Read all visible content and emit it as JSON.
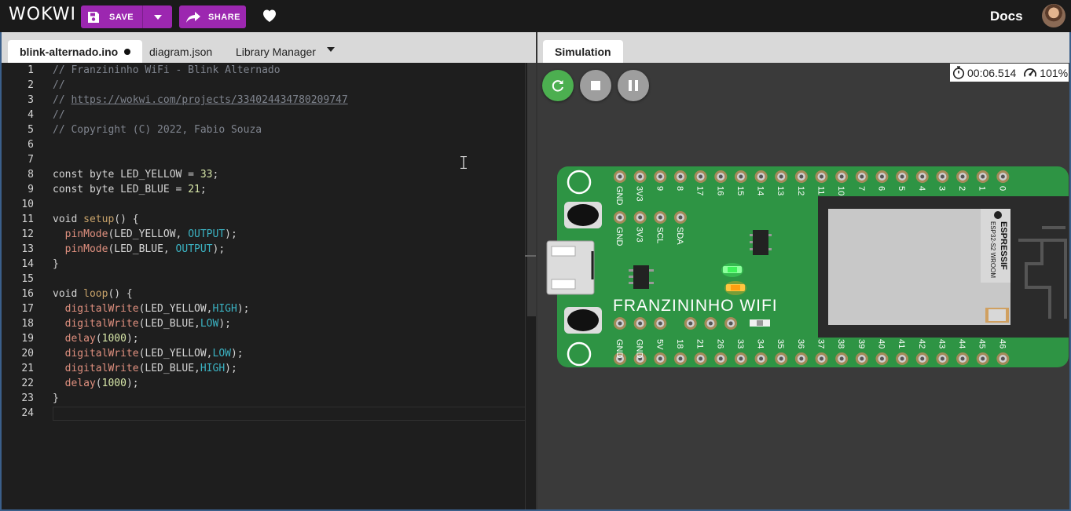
{
  "app": {
    "logo": "WOKWI"
  },
  "toolbar": {
    "save_label": "SAVE",
    "share_label": "SHARE",
    "docs_label": "Docs"
  },
  "editor": {
    "tabs": [
      {
        "label": "blink-alternado.ino",
        "active": true,
        "modified": true
      },
      {
        "label": "diagram.json",
        "active": false
      },
      {
        "label": "Library Manager",
        "active": false
      }
    ],
    "line_numbers": [
      "1",
      "2",
      "3",
      "4",
      "5",
      "6",
      "7",
      "8",
      "9",
      "10",
      "11",
      "12",
      "13",
      "14",
      "15",
      "16",
      "17",
      "18",
      "19",
      "20",
      "21",
      "22",
      "23",
      "24"
    ],
    "code": [
      "// Franzininho WiFi - Blink Alternado",
      "//",
      "// https://wokwi.com/projects/334024434780209747",
      "//",
      "// Copyright (C) 2022, Fabio Souza",
      "",
      "",
      "const byte LED_YELLOW = 33;",
      "const byte LED_BLUE = 21;",
      "",
      "void setup() {",
      "  pinMode(LED_YELLOW, OUTPUT);",
      "  pinMode(LED_BLUE, OUTPUT);",
      "}",
      "",
      "void loop() {",
      "  digitalWrite(LED_YELLOW,HIGH);",
      "  digitalWrite(LED_BLUE,LOW);",
      "  delay(1000);",
      "  digitalWrite(LED_YELLOW,LOW);",
      "  digitalWrite(LED_BLUE,HIGH);",
      "  delay(1000);",
      "}",
      ""
    ]
  },
  "simulation": {
    "tab_label": "Simulation",
    "timer": "00:06.514",
    "speed": "101%",
    "board": {
      "name": "FRANZININHO WIFI",
      "module_brand": "ESPRESSIF",
      "module_model": "ESP32-S2 WROOM",
      "top_pins": [
        "GND",
        "3V3",
        "9",
        "8",
        "17",
        "16",
        "15",
        "14",
        "13",
        "12",
        "11",
        "10",
        "7",
        "6",
        "5",
        "4",
        "3",
        "2",
        "1",
        "0"
      ],
      "inner_top_pins": [
        "GND",
        "3V3",
        "SCL",
        "SDA"
      ],
      "bottom_pins": [
        "GND",
        "GND",
        "5V",
        "18",
        "21",
        "26",
        "33",
        "34",
        "35",
        "36",
        "37",
        "38",
        "39",
        "40",
        "41",
        "42",
        "43",
        "44",
        "45",
        "46"
      ],
      "leds": {
        "green_on": true,
        "yellow_on": true
      }
    }
  },
  "icons": [
    "save-icon",
    "chevron-down-icon",
    "share-icon",
    "heart-icon",
    "user-avatar",
    "restart-icon",
    "stop-icon",
    "pause-icon",
    "stopwatch-icon",
    "speedometer-icon",
    "text-cursor-icon"
  ]
}
